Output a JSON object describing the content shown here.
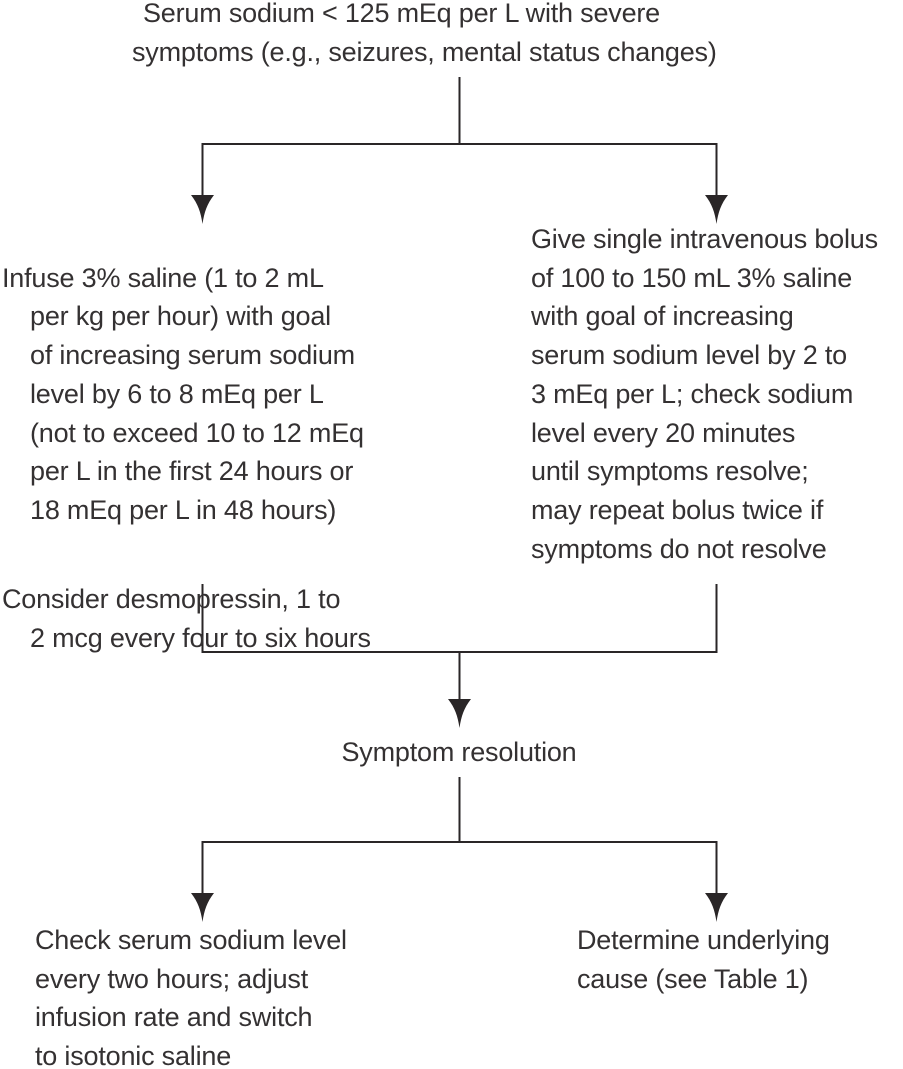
{
  "diagram": {
    "kind": "treatment-algorithm-flowchart",
    "nodes": {
      "start": "Serum sodium < 125 mEq per L with severe\nsymptoms (e.g., seizures, mental status changes)",
      "left_branch_infusion": "Infuse 3% saline (1 to 2 mL\nper kg per hour) with goal\nof increasing serum sodium\nlevel by 6 to 8 mEq per L\n(not to exceed 10 to 12 mEq\nper L in the first 24 hours or\n18 mEq per L in 48 hours)",
      "left_branch_desmopressin": "Consider desmopressin, 1 to\n2 mcg every four to six hours",
      "right_branch_bolus": "Give single intravenous bolus\nof 100 to 150 mL 3% saline\nwith goal of increasing\nserum sodium level by 2 to\n3 mEq per L; check sodium\nlevel every 20 minutes\nuntil symptoms resolve;\nmay repeat bolus twice if\nsymptoms do not resolve",
      "merge": "Symptom resolution",
      "outcome_left": "Check serum sodium level\nevery two hours; adjust\ninfusion rate and switch\nto isotonic saline",
      "outcome_right": "Determine underlying\ncause (see Table 1)"
    },
    "colors": {
      "text": "#343132",
      "line": "#2a2627",
      "background": "#ffffff"
    }
  }
}
